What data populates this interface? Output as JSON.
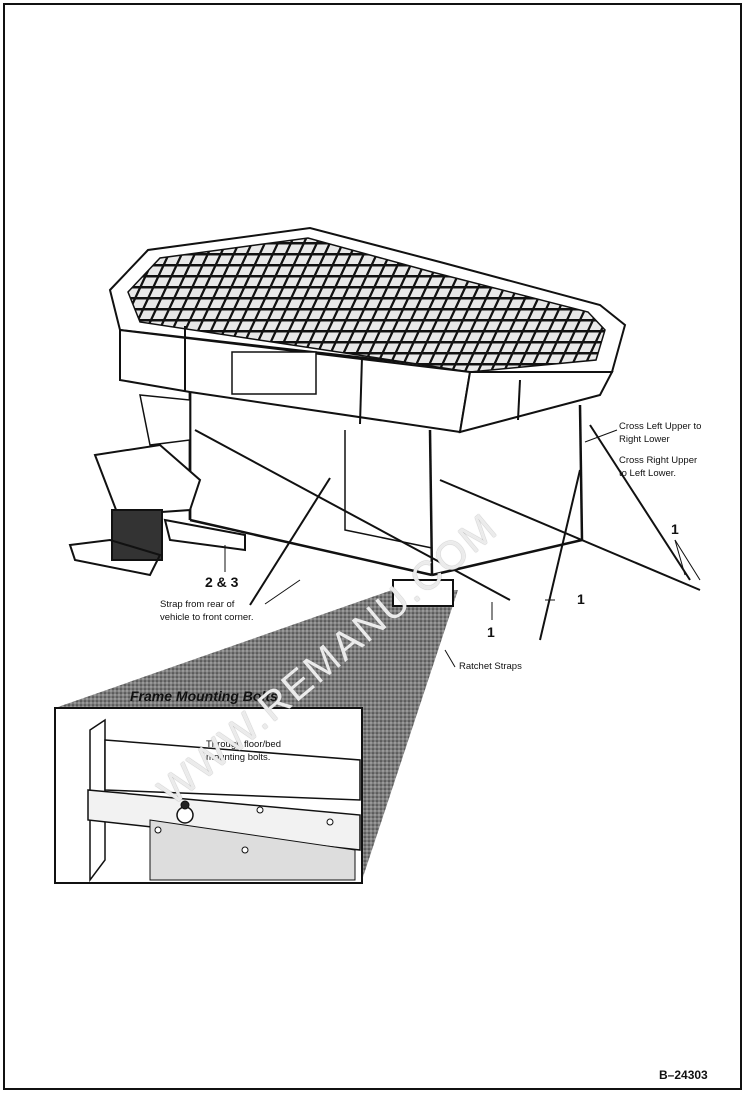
{
  "labels": {
    "cross_left_upper": "Cross Left Upper to\nRight Lower",
    "cross_right_upper": "Cross Right Upper\nto Left Lower.",
    "callout_1_right": "1",
    "callout_1_mid": "1",
    "callout_1_low": "1",
    "callout_2_3": "2 & 3",
    "strap_rear": "Strap from rear of\nvehicle to front corner.",
    "ratchet_straps": "Ratchet Straps",
    "inset_title": "Frame Mounting Bolts",
    "through_floor": "Through floor/bed\nmounting bolts.",
    "figure_number": "B–24303",
    "watermark": "WWW.REMANU.COM"
  }
}
